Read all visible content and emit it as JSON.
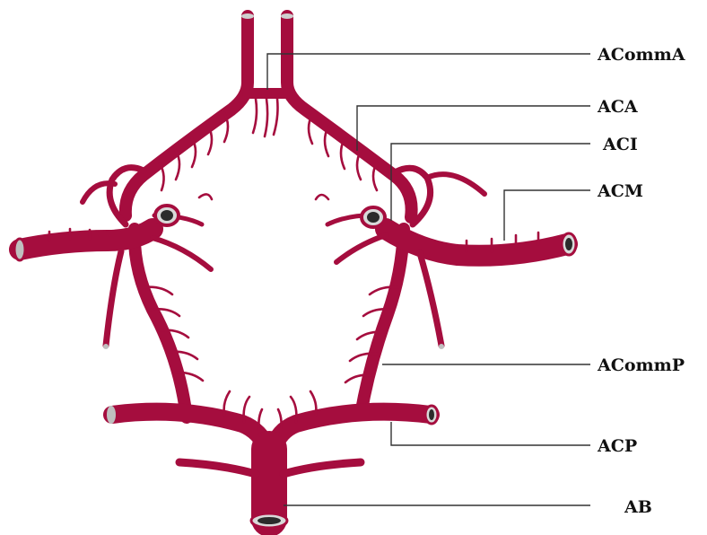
{
  "colors": {
    "artery": "#a50d3e",
    "lumen_rim": "#d9d9d9",
    "lumen": "#2b2b2b",
    "leader": "#333333"
  },
  "labels": {
    "acomma": "ACommA",
    "aca": "ACA",
    "aci": "ACI",
    "acm": "ACM",
    "acommp": "ACommP",
    "acp": "ACP",
    "ab": "AB"
  }
}
